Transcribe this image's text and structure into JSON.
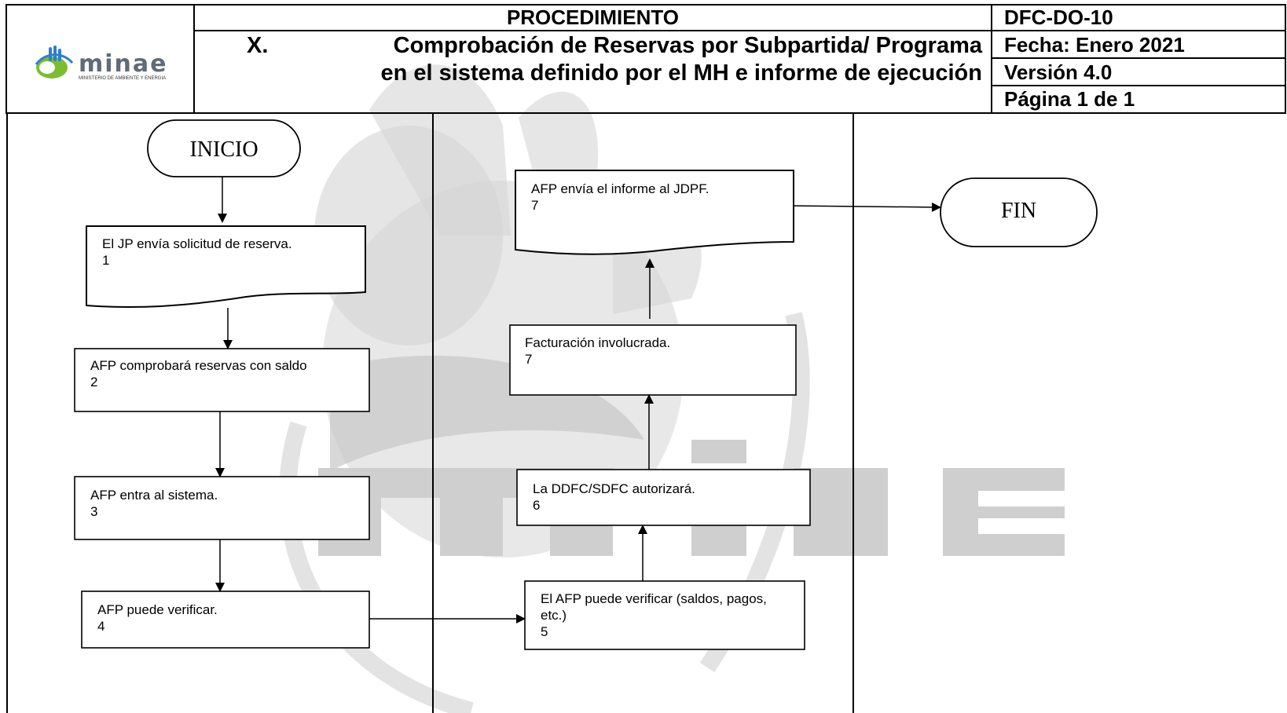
{
  "header": {
    "logo_brand": "minae",
    "logo_tagline": "MINISTERIO DE AMBIENTE Y ENERGIA",
    "title_line1": "PROCEDIMIENTO",
    "section_number": "X.",
    "title_line2": "Comprobación de Reservas por Subpartida/ Programa",
    "title_line3": "en el sistema definido por el MH e informe de ejecución",
    "code": "DFC-DO-10",
    "date": "Fecha: Enero 2021",
    "version": "Versión 4.0",
    "page": "Página 1 de 1"
  },
  "flow": {
    "start": "INICIO",
    "end": "FIN",
    "steps": [
      {
        "text": "El JP envía solicitud de reserva.",
        "num": "1"
      },
      {
        "text": "AFP comprobará reservas con saldo",
        "num": "2"
      },
      {
        "text": "AFP entra al sistema.",
        "num": "3"
      },
      {
        "text": "AFP puede verificar.",
        "num": "4"
      },
      {
        "text": "El AFP puede verificar (saldos, pagos,",
        "text2": "etc.)",
        "num": "5"
      },
      {
        "text": "La DDFC/SDFC autorizará.",
        "num": "6"
      },
      {
        "text": "Facturación involucrada.",
        "num": "7"
      },
      {
        "text": "AFP envía el informe al JDPF.",
        "num": "7"
      }
    ]
  },
  "watermark": {
    "text": "minae",
    "color": "#cfcfcf"
  }
}
